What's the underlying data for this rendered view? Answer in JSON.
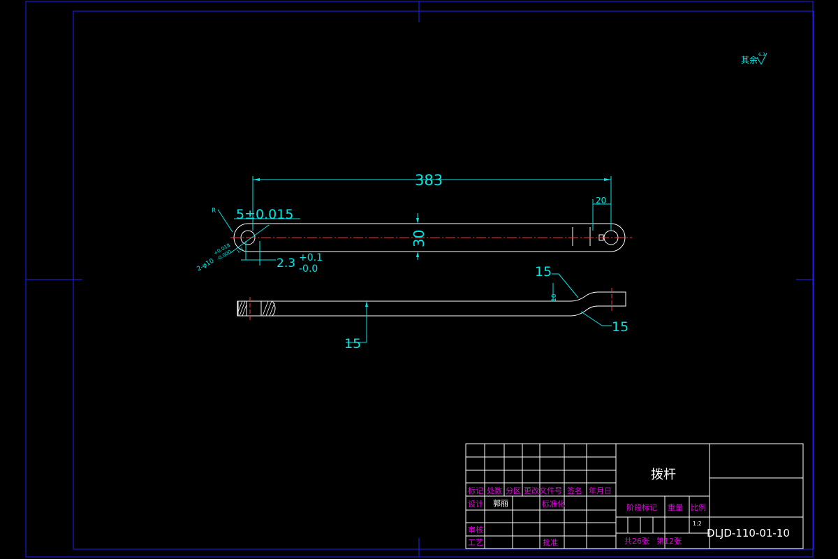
{
  "drawing": {
    "surface_note": "其余",
    "roughness_value": "6.3",
    "dims": {
      "length": "383",
      "end_offset": "20",
      "width": "30",
      "radius_label": "R",
      "radius_value": "5±0.015",
      "hole_spec": "2-φ10",
      "hole_tol_upper": "+0.018",
      "hole_tol_lower": "-0.000",
      "hole_ra": "1.6",
      "slot_nominal": "2.3",
      "slot_tol_upper": "+0.1",
      "slot_tol_lower": "-0.0",
      "bend_top": "15",
      "bend_small": "10",
      "bend_radius": "15",
      "thickness": "15"
    }
  },
  "title_block": {
    "part_name": "拨杆",
    "headers": [
      "标记",
      "处数",
      "分区",
      "更改文件号",
      "签名",
      "年月日"
    ],
    "design_label": "设计",
    "designer": "郭丽",
    "standardize_label": "标准化",
    "stage_label": "阶段标记",
    "weight_label": "重量",
    "scale_label": "比例",
    "scale_value": "1:2",
    "review_label": "审核",
    "process_label": "工艺",
    "approve_label": "批准",
    "sheet_total": "共26张",
    "sheet_no": "第12张",
    "drawing_no": "DLJD-110-01-10"
  }
}
